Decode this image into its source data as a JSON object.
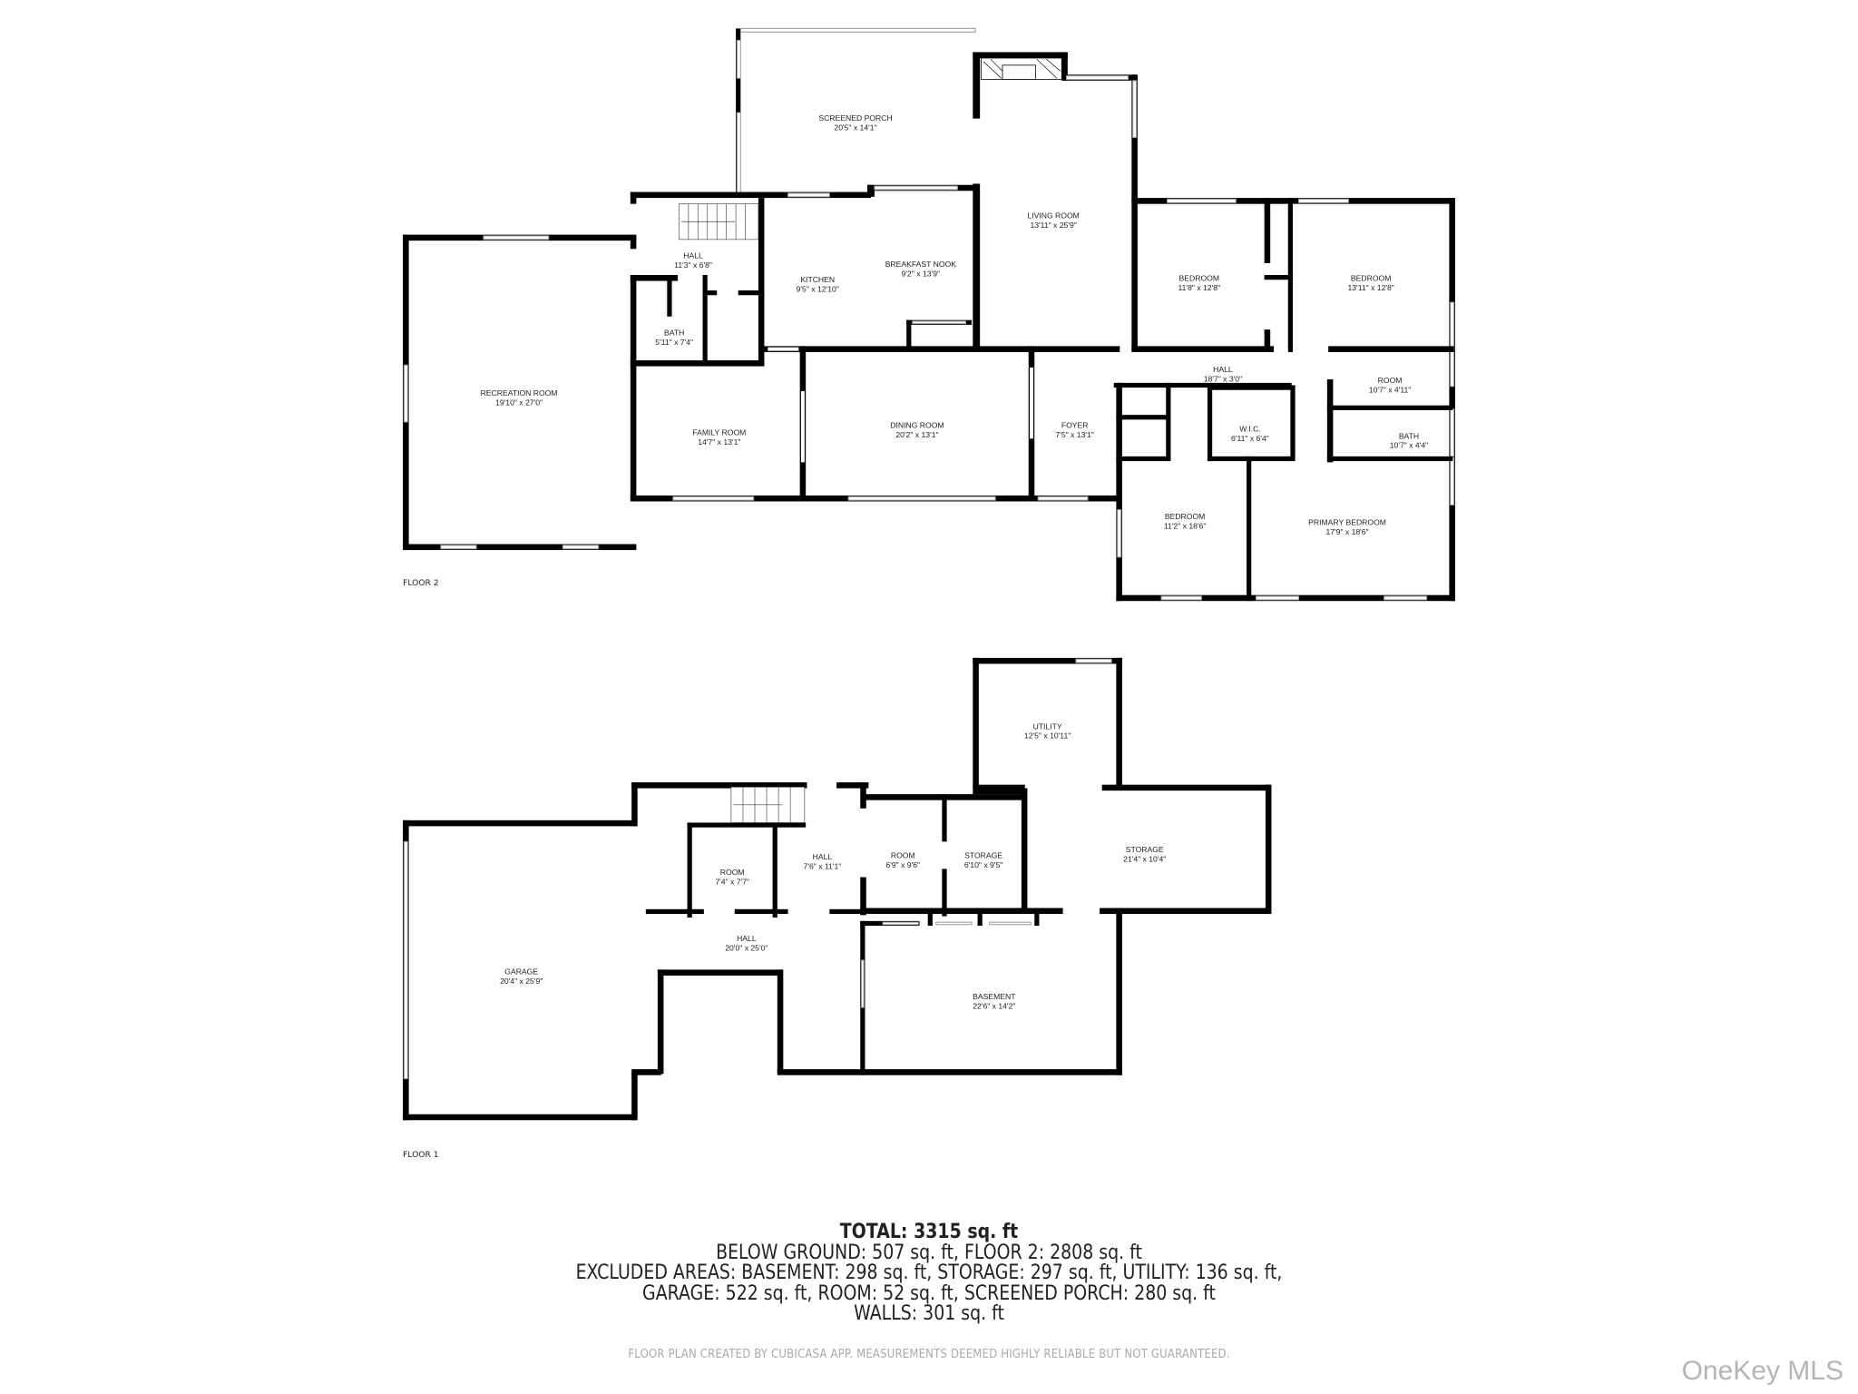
{
  "floors": [
    {
      "label": "FLOOR 2",
      "rooms": [
        {
          "name": "SCREENED PORCH",
          "dims": "20'5\" x 14'1\""
        },
        {
          "name": "LIVING ROOM",
          "dims": "13'11\" x 25'9\""
        },
        {
          "name": "HALL",
          "dims": "11'3\" x 6'8\""
        },
        {
          "name": "KITCHEN",
          "dims": "9'5\" x 12'10\""
        },
        {
          "name": "BREAKFAST NOOK",
          "dims": "9'2\" x 13'9\""
        },
        {
          "name": "BATH",
          "dims": "5'11\" x 7'4\""
        },
        {
          "name": "RECREATION ROOM",
          "dims": "19'10\" x 27'0\""
        },
        {
          "name": "FAMILY ROOM",
          "dims": "14'7\" x 13'1\""
        },
        {
          "name": "DINING ROOM",
          "dims": "20'2\" x 13'1\""
        },
        {
          "name": "FOYER",
          "dims": "7'5\" x 13'1\""
        },
        {
          "name": "BEDROOM",
          "dims": "11'8\" x 12'8\""
        },
        {
          "name": "BEDROOM",
          "dims": "13'11\" x 12'8\""
        },
        {
          "name": "HALL",
          "dims": "18'7\" x 3'0\""
        },
        {
          "name": "ROOM",
          "dims": "10'7\" x 4'11\""
        },
        {
          "name": "W.I.C.",
          "dims": "6'11\" x 6'4\""
        },
        {
          "name": "BATH",
          "dims": "10'7\" x 4'4\""
        },
        {
          "name": "BEDROOM",
          "dims": "11'2\" x 18'6\""
        },
        {
          "name": "PRIMARY BEDROOM",
          "dims": "17'9\" x 18'6\""
        }
      ]
    },
    {
      "label": "FLOOR 1",
      "rooms": [
        {
          "name": "UTILITY",
          "dims": "12'5\" x 10'11\""
        },
        {
          "name": "ROOM",
          "dims": "7'4\" x 7'7\""
        },
        {
          "name": "HALL",
          "dims": "7'6\" x 11'1\""
        },
        {
          "name": "ROOM",
          "dims": "6'9\" x 9'6\""
        },
        {
          "name": "STORAGE",
          "dims": "6'10\" x 9'5\""
        },
        {
          "name": "STORAGE",
          "dims": "21'4\" x 10'4\""
        },
        {
          "name": "HALL",
          "dims": "20'0\" x 25'0\""
        },
        {
          "name": "GARAGE",
          "dims": "20'4\" x 25'9\""
        },
        {
          "name": "BASEMENT",
          "dims": "22'6\" x 14'2\""
        }
      ]
    }
  ],
  "summary": {
    "total": "TOTAL: 3315 sq. ft",
    "line1": "BELOW GROUND: 507 sq. ft, FLOOR 2: 2808 sq. ft",
    "line2": "EXCLUDED AREAS: BASEMENT: 298 sq. ft, STORAGE: 297 sq. ft, UTILITY: 136 sq. ft,",
    "line3": "GARAGE: 522 sq. ft, ROOM: 52 sq. ft, SCREENED PORCH: 280 sq. ft",
    "line4": "WALLS: 301 sq. ft"
  },
  "disclaimer": "FLOOR PLAN CREATED BY CUBICASA APP. MEASUREMENTS DEEMED HIGHLY RELIABLE BUT NOT GUARANTEED.",
  "watermark": "OneKey MLS"
}
